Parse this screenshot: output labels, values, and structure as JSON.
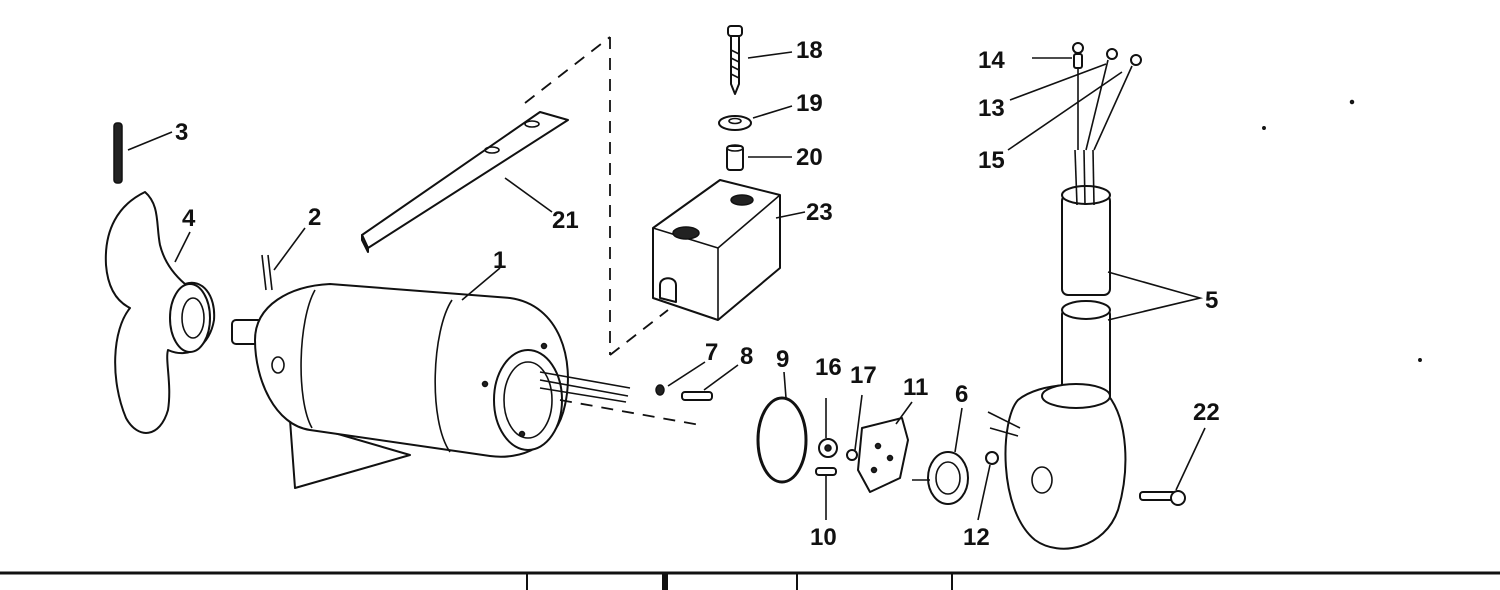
{
  "diagram": {
    "callouts": {
      "c1": "1",
      "c2": "2",
      "c3": "3",
      "c4": "4",
      "c5": "5",
      "c6": "6",
      "c7": "7",
      "c8": "8",
      "c9": "9",
      "c10": "10",
      "c11": "11",
      "c12": "12",
      "c13": "13",
      "c14": "14",
      "c15": "15",
      "c16": "16",
      "c17": "17",
      "c18": "18",
      "c19": "19",
      "c20": "20",
      "c21": "21",
      "c22": "22",
      "c23": "23"
    },
    "colors": {
      "ink": "#111111",
      "paper": "#ffffff"
    }
  }
}
